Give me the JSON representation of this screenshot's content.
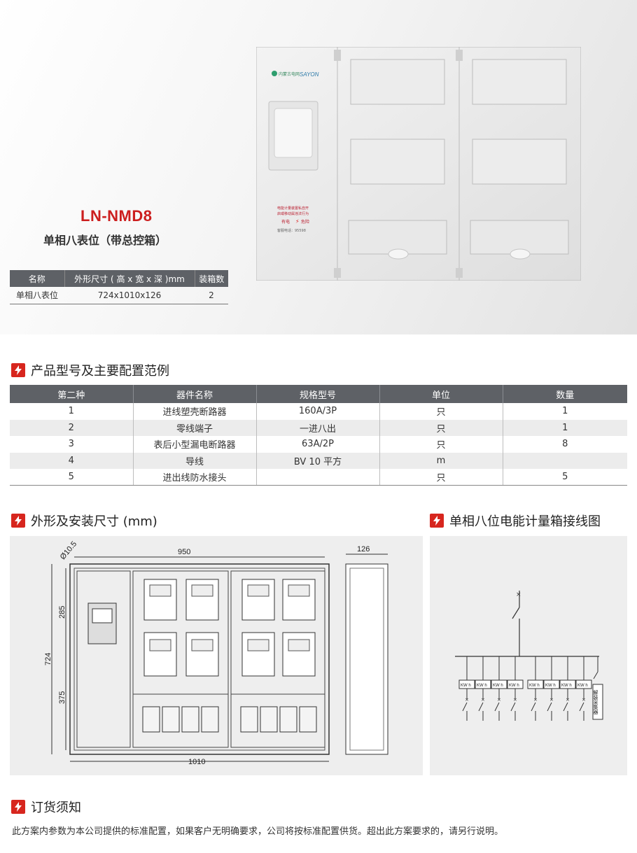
{
  "hero": {
    "model": "LN-NMD8",
    "subtitle": "单相八表位（带总控箱）",
    "spec_table": {
      "headers": [
        "名称",
        "外形尺寸 ( 高 x 宽 x 深 )mm",
        "装箱数"
      ],
      "row": [
        "单相八表位",
        "724x1010x126",
        "2"
      ]
    },
    "product_labels": {
      "brand": "内蒙古电网",
      "logo": "SAYON",
      "warning_lines": [
        "电能计量装置私自开",
        "启或移动属违法行为"
      ],
      "danger_prefix": "有电",
      "danger_suffix": "危险",
      "hotline": "客服电话：95598"
    }
  },
  "sections": {
    "config_title": "产品型号及主要配置范例",
    "dimension_title": "外形及安装尺寸 (mm)",
    "wiring_title": "单相八位电能计量箱接线图",
    "order_title": "订货须知"
  },
  "config_table": {
    "headers": [
      "第二种",
      "器件名称",
      "规格型号",
      "单位",
      "数量"
    ],
    "rows": [
      [
        "1",
        "进线塑壳断路器",
        "160A/3P",
        "只",
        "1"
      ],
      [
        "2",
        "零线端子",
        "一进八出",
        "只",
        "1"
      ],
      [
        "3",
        "表后小型漏电断路器",
        "63A/2P",
        "只",
        "8"
      ],
      [
        "4",
        "导线",
        "BV 10 平方",
        "m",
        ""
      ],
      [
        "5",
        "进出线防水接头",
        "",
        "只",
        "5"
      ]
    ]
  },
  "dimensions": {
    "hole": "Ø10.5",
    "inner_width": "950",
    "outer_width": "1010",
    "height": "724",
    "upper": "285",
    "lower": "375",
    "depth": "126"
  },
  "wiring": {
    "meter_label": "KW h",
    "meter_count": 8,
    "collector_label": "解装采集器"
  },
  "notice": "此方案内参数为本公司提供的标准配置，如果客户无明确要求，公司将按标准配置供货。超出此方案要求的，请另行说明。"
}
